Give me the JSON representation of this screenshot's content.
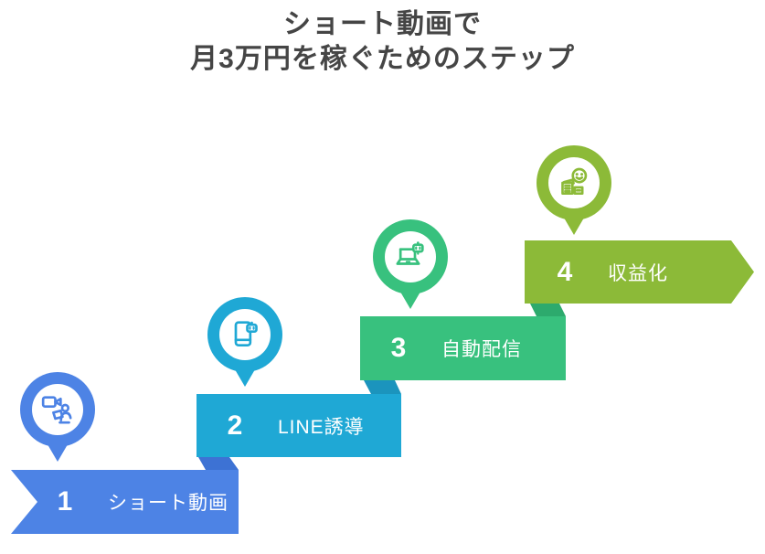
{
  "title": {
    "line1": "ショート動画で",
    "line2": "月3万円を稼ぐためのステップ",
    "color": "#454545"
  },
  "steps": [
    {
      "number": "1",
      "label": "ショート動画",
      "color": "#4d83e5",
      "fold_color": "#3d72d4",
      "icon": "video-creator"
    },
    {
      "number": "2",
      "label": "LINE誘導",
      "color": "#1fa8d5",
      "fold_color": "#1b94bd",
      "icon": "smartphone-bot"
    },
    {
      "number": "3",
      "label": "自動配信",
      "color": "#38c17e",
      "fold_color": "#2daa6d",
      "icon": "laptop-bot"
    },
    {
      "number": "4",
      "label": "収益化",
      "color": "#8cba38",
      "fold_color": "#7aa52e",
      "icon": "money-smile"
    }
  ],
  "colors": {
    "background": "#ffffff",
    "banner_text": "#ffffff"
  }
}
